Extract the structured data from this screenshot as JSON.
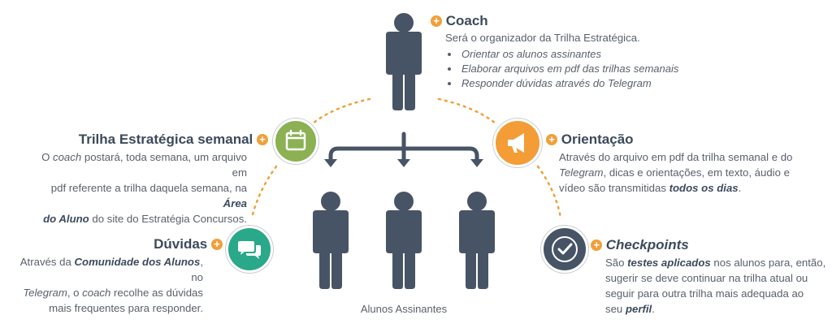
{
  "colors": {
    "accent_orange": "#f0a03a",
    "person_navy": "#475466",
    "green": "#8bb153",
    "teal": "#2aa88a",
    "orange_circle": "#f49c35",
    "dark_circle": "#475466",
    "heading_text": "#3c4a5c",
    "body_text": "#5a606b"
  },
  "coach": {
    "title": "Coach",
    "subtitle": "Será o organizador da Trilha Estratégica.",
    "bullets": [
      "Orientar os alunos assinantes",
      "Elaborar arquivos em pdf das trilhas semanais",
      "Responder dúvidas através do Telegram"
    ]
  },
  "trilha": {
    "title": "Trilha Estratégica semanal",
    "icon": "calendar-icon",
    "line1_pre": "O ",
    "line1_coach": "coach",
    "line1_post": " postará, toda semana, um arquivo em",
    "line2_pre": "pdf referente a trilha daquela semana, na ",
    "line2_emph": "Área",
    "line3_emph": "do Aluno",
    "line3_post": " do site do Estratégia Concursos."
  },
  "duvidas": {
    "title": "Dúvidas",
    "icon": "chat-bubbles-icon",
    "line1_pre": "Através da ",
    "line1_emph": "Comunidade dos Alunos",
    "line1_post": ", no",
    "line2_telegram": "Telegram",
    "line2_mid": ", o ",
    "line2_coach": "coach",
    "line2_post": " recolhe as dúvidas",
    "line3": "mais frequentes para responder."
  },
  "orientacao": {
    "title": "Orientação",
    "icon": "megaphone-icon",
    "line1": "Através do arquivo em pdf da trilha semanal e do",
    "line2_telegram": "Telegram",
    "line2_post": ", dicas e orientações, em texto, áudio e",
    "line3_pre": "vídeo são transmitidas ",
    "line3_emph": "todos os dias",
    "line3_post": "."
  },
  "checkpoints": {
    "title": "Checkpoints",
    "icon": "checkmark-icon",
    "line1_pre": "São ",
    "line1_emph": "testes aplicados",
    "line1_post": " nos alunos para, então,",
    "line2": "sugerir se deve continuar na trilha atual ou",
    "line3": "seguir para outra trilha mais adequada ao",
    "line4_pre": "seu ",
    "line4_emph": "perfil",
    "line4_post": "."
  },
  "students_caption": "Alunos Assinantes"
}
